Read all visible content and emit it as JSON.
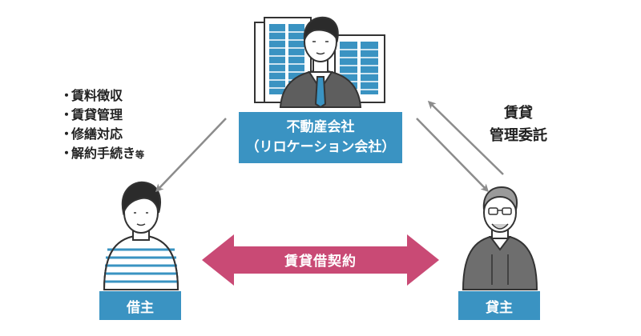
{
  "company": {
    "name": "不動産会社",
    "sub": "（リロケーション会社）"
  },
  "tenant": {
    "label": "借主"
  },
  "owner": {
    "label": "貸主"
  },
  "tasks": {
    "items": [
      "賃料徴収",
      "賃貸管理",
      "修繕対応",
      "解約手続き"
    ],
    "suffix": "等",
    "bullet": "・"
  },
  "consignment": {
    "line1": "賃貸",
    "line2": "管理委託"
  },
  "contract": {
    "label": "賃貸借契約",
    "color": "#c94a75"
  },
  "colors": {
    "box": "#3a93c2",
    "arrow": "#8c8c8c",
    "contract": "#c94a75"
  },
  "icons": [
    "office-building-icon",
    "businessman-icon",
    "tenant-person-icon",
    "owner-person-icon"
  ]
}
